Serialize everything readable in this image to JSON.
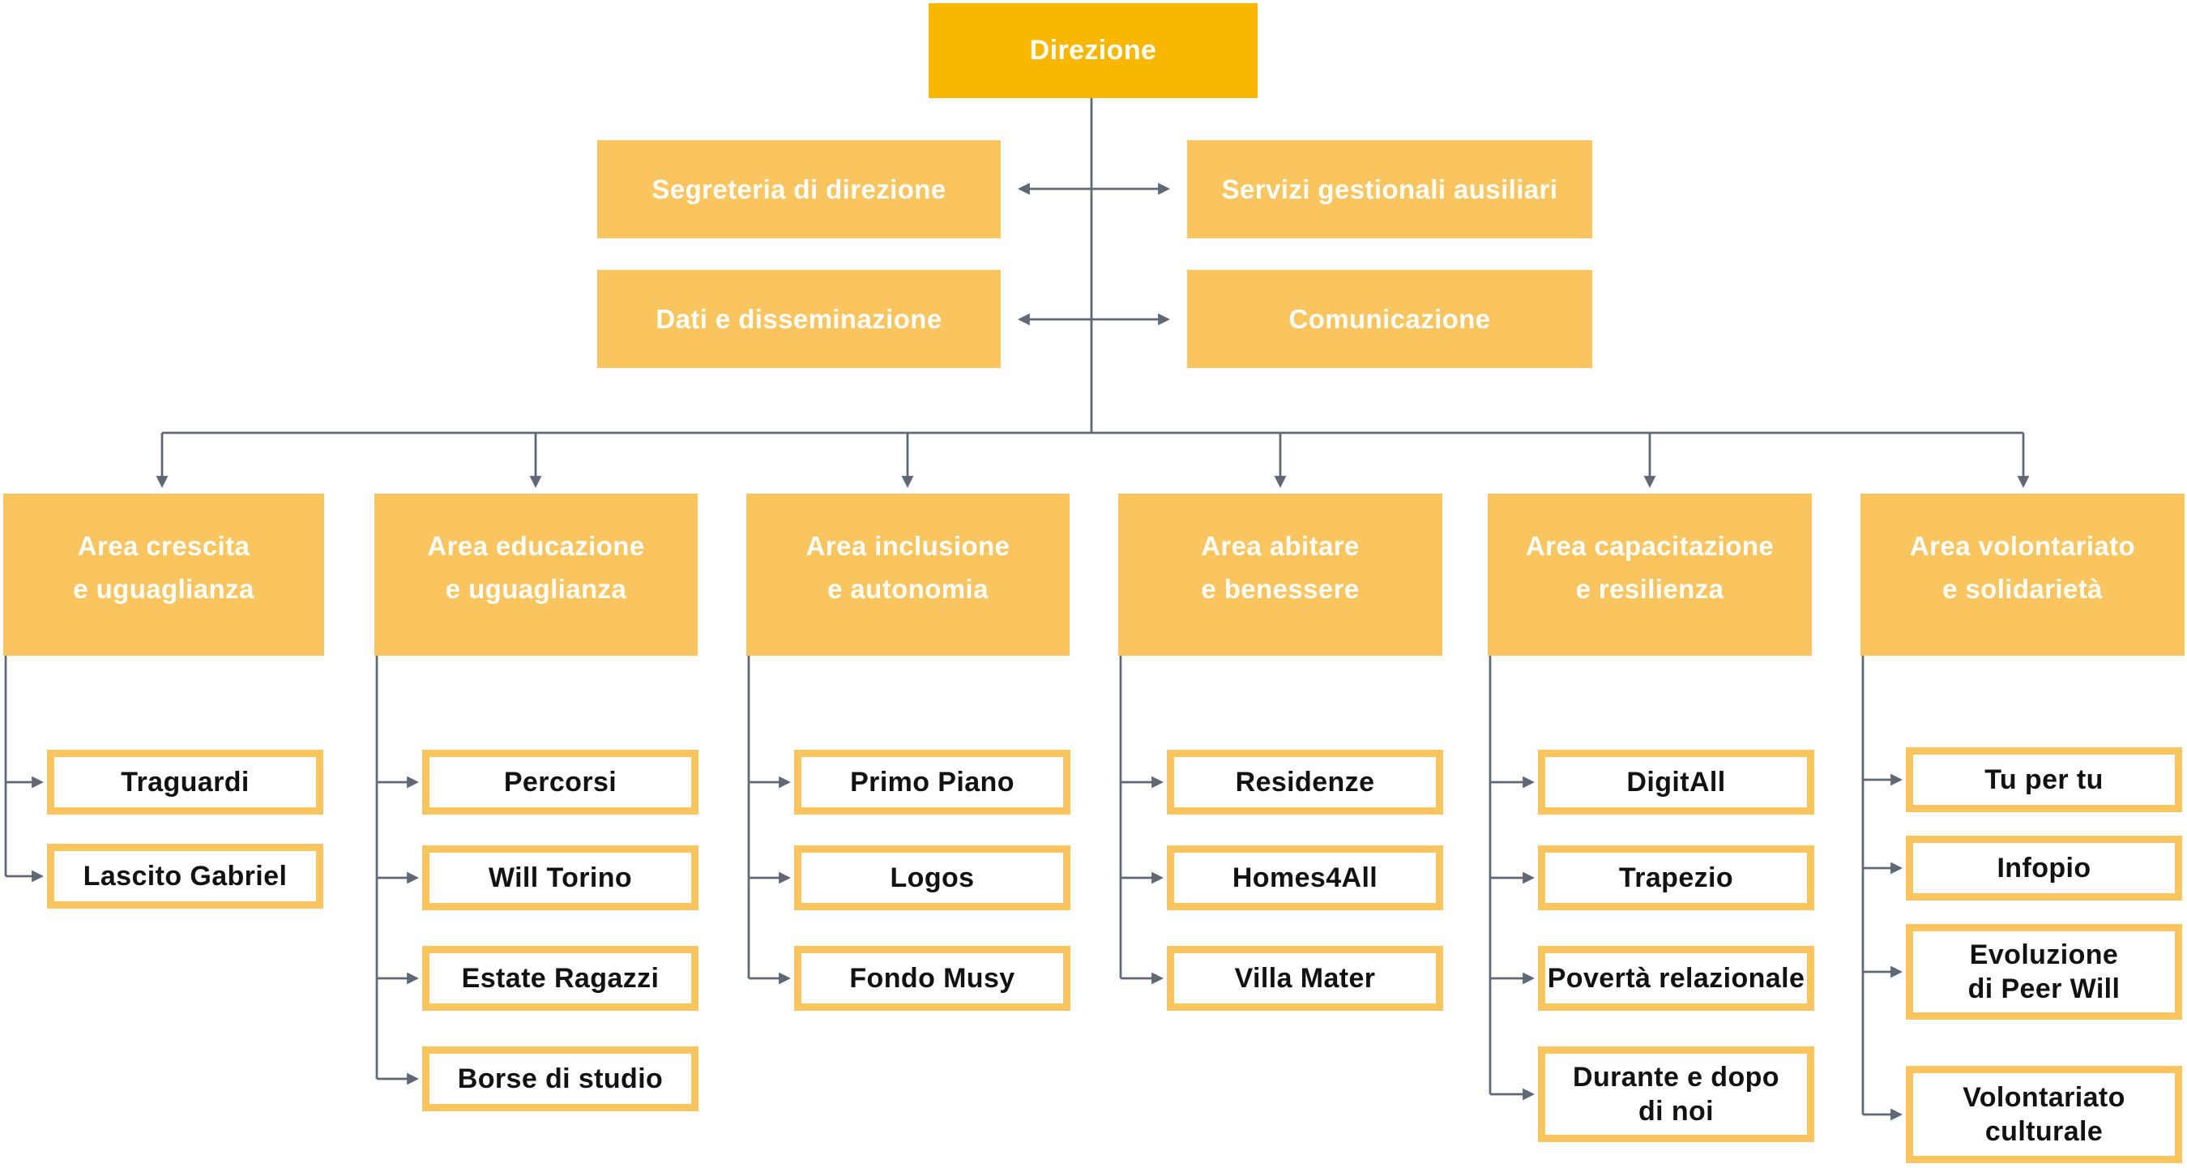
{
  "colors": {
    "amber": "#F9B700",
    "amber-light": "#FAC55E",
    "line": "#5F6874",
    "ink": "#121212",
    "leaf-bg": "#FFFFFF"
  },
  "root": {
    "label": "Direzione"
  },
  "staff": [
    {
      "label": "Segreteria di direzione"
    },
    {
      "label": "Servizi gestionali ausiliari"
    },
    {
      "label": "Dati e disseminazione"
    },
    {
      "label": "Comunicazione"
    }
  ],
  "areas": [
    {
      "label": "Area crescita\ne uguaglianza",
      "children": [
        "Traguardi",
        "Lascito Gabriel"
      ]
    },
    {
      "label": "Area educazione\ne uguaglianza",
      "children": [
        "Percorsi",
        "Will Torino",
        "Estate Ragazzi",
        "Borse di studio"
      ]
    },
    {
      "label": "Area inclusione\ne autonomia",
      "children": [
        "Primo Piano",
        "Logos",
        "Fondo Musy"
      ]
    },
    {
      "label": "Area abitare\ne benessere",
      "children": [
        "Residenze",
        "Homes4All",
        "Villa Mater"
      ]
    },
    {
      "label": "Area capacitazione\ne resilienza",
      "children": [
        "DigitAll",
        "Trapezio",
        "Povertà relazionale",
        "Durante e dopo\ndi noi"
      ]
    },
    {
      "label": "Area volontariato\ne solidarietà",
      "children": [
        "Tu per tu",
        "Infopio",
        "Evoluzione\ndi Peer Will",
        "Volontariato\nculturale"
      ]
    }
  ]
}
